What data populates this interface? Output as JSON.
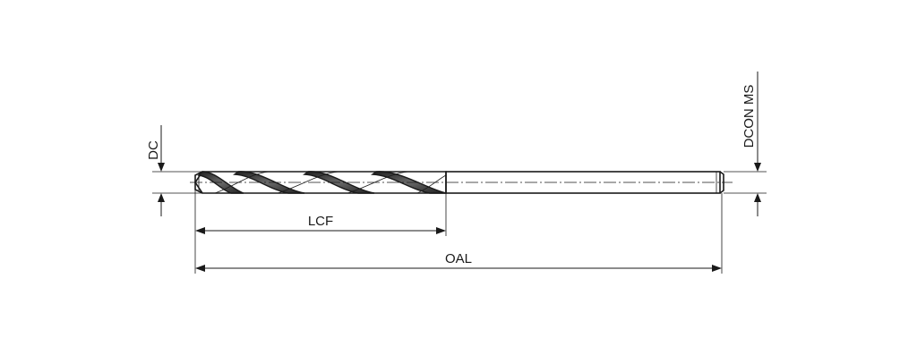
{
  "labels": {
    "dc": "DC",
    "dcon_ms": "DCON MS",
    "lcf": "LCF",
    "oal": "OAL"
  },
  "colors": {
    "ink": "#1a1a1a",
    "shank_fill": "#ececec",
    "flute_dark": "#3a3a3a",
    "flute_light": "#f4f4f4",
    "background": "#ffffff"
  }
}
